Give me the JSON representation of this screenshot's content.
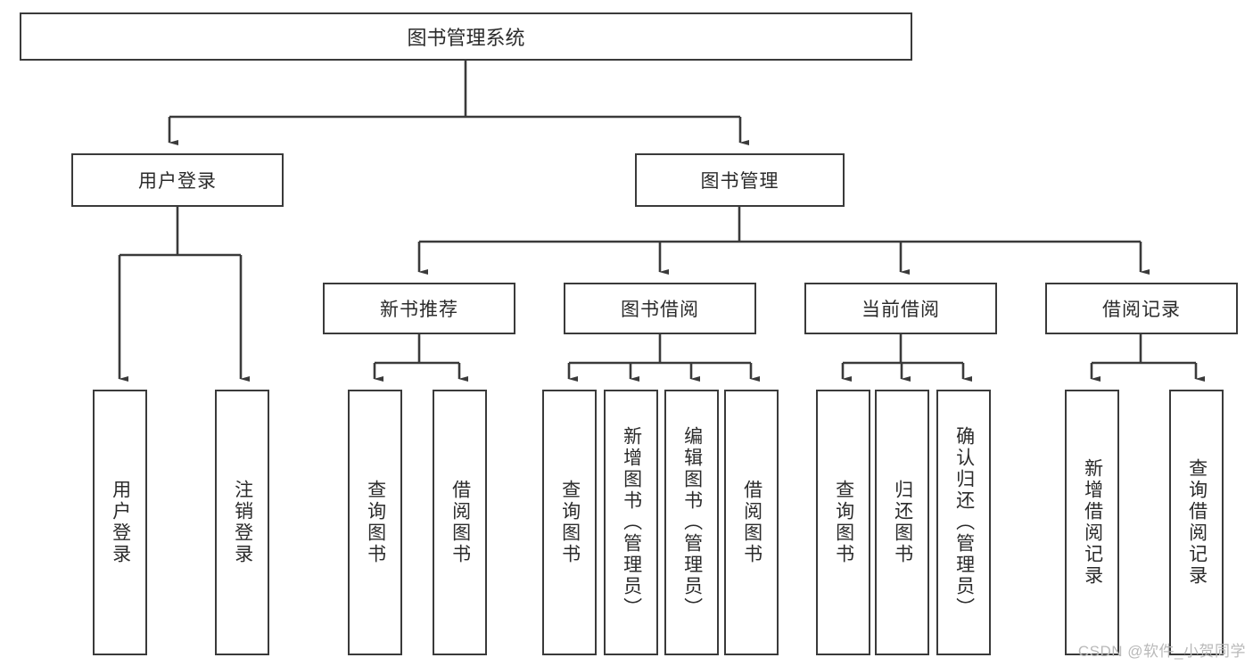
{
  "diagram": {
    "type": "tree-hierarchy",
    "title": "图书管理系统",
    "root": {
      "label": "图书管理系统"
    },
    "level2": [
      {
        "key": "user-login",
        "label": "用户登录"
      },
      {
        "key": "book-management",
        "label": "图书管理"
      }
    ],
    "level3": [
      {
        "key": "new-book-recommend",
        "label": "新书推荐",
        "parent": "book-management"
      },
      {
        "key": "book-borrow",
        "label": "图书借阅",
        "parent": "book-management"
      },
      {
        "key": "current-borrow",
        "label": "当前借阅",
        "parent": "book-management"
      },
      {
        "key": "borrow-record",
        "label": "借阅记录",
        "parent": "book-management"
      }
    ],
    "leaves": [
      {
        "key": "leaf-user-login",
        "label": "用户登录",
        "parent": "user-login"
      },
      {
        "key": "leaf-user-logout",
        "label": "注销登录",
        "parent": "user-login"
      },
      {
        "key": "leaf-query-book-1",
        "label": "查询图书",
        "parent": "new-book-recommend"
      },
      {
        "key": "leaf-borrow-book-1",
        "label": "借阅图书",
        "parent": "new-book-recommend"
      },
      {
        "key": "leaf-query-book-2",
        "label": "查询图书",
        "parent": "book-borrow"
      },
      {
        "key": "leaf-add-book",
        "label": "新增图书（管理员）",
        "parent": "book-borrow"
      },
      {
        "key": "leaf-edit-book",
        "label": "编辑图书（管理员）",
        "parent": "book-borrow"
      },
      {
        "key": "leaf-borrow-book-2",
        "label": "借阅图书",
        "parent": "book-borrow"
      },
      {
        "key": "leaf-query-book-3",
        "label": "查询图书",
        "parent": "current-borrow"
      },
      {
        "key": "leaf-return-book",
        "label": "归还图书",
        "parent": "current-borrow"
      },
      {
        "key": "leaf-confirm-return",
        "label": "确认归还（管理员）",
        "parent": "current-borrow"
      },
      {
        "key": "leaf-add-record",
        "label": "新增借阅记录",
        "parent": "borrow-record"
      },
      {
        "key": "leaf-query-record",
        "label": "查询借阅记录",
        "parent": "borrow-record"
      }
    ],
    "colors": {
      "stroke": "#3a3a3a",
      "fill": "#ffffff",
      "text": "#2b2b2b",
      "watermark": "#b9b9b9"
    }
  },
  "watermark": {
    "text": "CSDN @软件_小贺同学"
  }
}
